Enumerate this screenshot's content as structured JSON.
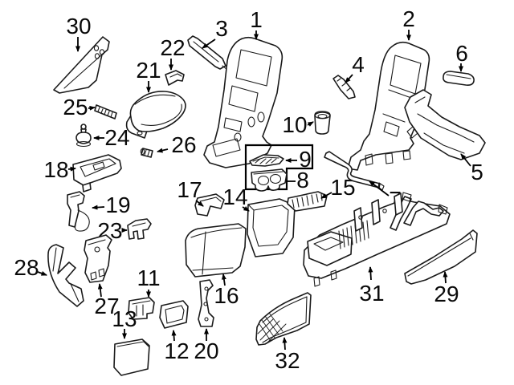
{
  "figure": {
    "kind": "exploded-parts-diagram",
    "background_color": "#ffffff",
    "line_color": "#1a1a1a",
    "callout_count": 32
  },
  "labels": {
    "p1": "1",
    "p2": "2",
    "p3": "3",
    "p4": "4",
    "p5": "5",
    "p6": "6",
    "p7": "7",
    "p8": "8",
    "p9": "9",
    "p10": "10",
    "p11": "11",
    "p12": "12",
    "p13": "13",
    "p14": "14",
    "p15": "15",
    "p16": "16",
    "p17": "17",
    "p18": "18",
    "p19": "19",
    "p20": "20",
    "p21": "21",
    "p22": "22",
    "p23": "23",
    "p24": "24",
    "p25": "25",
    "p26": "26",
    "p27": "27",
    "p28": "28",
    "p29": "29",
    "p30": "30",
    "p31": "31",
    "p32": "32"
  }
}
